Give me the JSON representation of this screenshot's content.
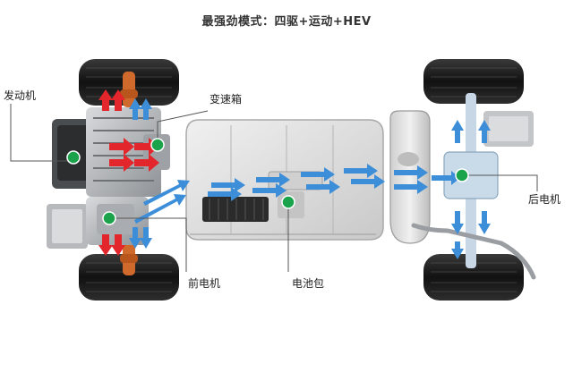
{
  "title": "最强劲模式：四驱+运动+HEV",
  "labels": {
    "engine": "发动机",
    "gearbox": "变速箱",
    "front_motor": "前电机",
    "battery": "电池包",
    "rear_motor": "后电机"
  },
  "colors": {
    "marker": "#1aa34a",
    "energy_flow": "#3d8ed8",
    "power_flow": "#e3262b",
    "leader_line": "#555555",
    "driveshaft": "#cf6a2c",
    "tire": "#1b1b1b"
  },
  "icons": [
    "flow-arrow-icon",
    "marker-dot-icon"
  ]
}
